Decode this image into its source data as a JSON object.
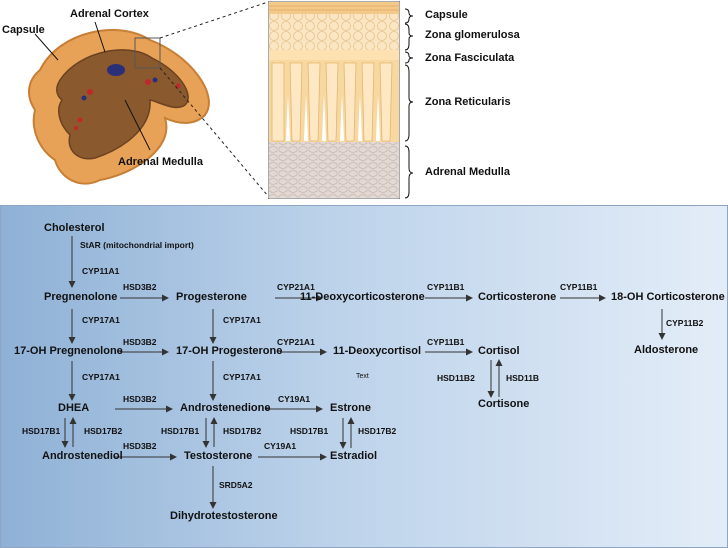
{
  "anatomy": {
    "capsule": "Capsule",
    "adrenal_cortex": "Adrenal Cortex",
    "adrenal_medulla": "Adrenal Medulla"
  },
  "layers": {
    "capsule": "Capsule",
    "zona_glomerulosa": "Zona glomerulosa",
    "zona_fasciculata": "Zona Fasciculata",
    "zona_reticularis": "Zona Reticularis",
    "adrenal_medulla": "Adrenal Medulla"
  },
  "molecules": {
    "cholesterol": "Cholesterol",
    "pregnenolone": "Pregnenolone",
    "progesterone": "Progesterone",
    "deoxycorticosterone": "11-Deoxycorticosterone",
    "corticosterone": "Corticosterone",
    "oh_corticosterone": "18-OH Corticosterone",
    "aldosterone": "Aldosterone",
    "oh_pregnenolone": "17-OH Pregnenolone",
    "oh_progesterone": "17-OH Progesterone",
    "deoxycortisol": "11-Deoxycortisol",
    "cortisol": "Cortisol",
    "cortisone": "Cortisone",
    "dhea": "DHEA",
    "androstenedione": "Androstenedione",
    "estrone": "Estrone",
    "androstenediol": "Androstenediol",
    "testosterone": "Testosterone",
    "estradiol": "Estradiol",
    "dht": "Dihydrotestosterone",
    "stray_text": "Text"
  },
  "enzymes": {
    "star": "StAR (mitochondrial import)",
    "cyp11a1": "CYP11A1",
    "hsd3b2_a": "HSD3B2",
    "cyp21a1_a": "CYP21A1",
    "cyp11b1_a": "CYP11B1",
    "cyp11b1_b": "CYP11B1",
    "cyp11b2": "CYP11B2",
    "cyp17a1_a": "CYP17A1",
    "cyp17a1_b": "CYP17A1",
    "hsd3b2_b": "HSD3B2",
    "cyp21a1_b": "CYP21A1",
    "cyp11b1_c": "CYP11B1",
    "hsd11b2": "HSD11B2",
    "hsd11b": "HSD11B",
    "cyp17a1_c": "CYP17A1",
    "cyp17a1_d": "CYP17A1",
    "hsd3b2_c": "HSD3B2",
    "cy19a1_a": "CY19A1",
    "hsd17b1_a": "HSD17B1",
    "hsd17b2_a": "HSD17B2",
    "hsd17b1_b": "HSD17B1",
    "hsd17b2_b": "HSD17B2",
    "hsd17b1_c": "HSD17B1",
    "hsd17b2_c": "HSD17B2",
    "hsd3b2_d": "HSD3B2",
    "cy19a1_b": "CY19A1",
    "srd5a2": "SRD5A2"
  },
  "colors": {
    "cortex": "#e9a35a",
    "medulla": "#8a5a2e",
    "capsule_layer": "#f3c98a",
    "zona_glomerulosa": "#fbe6c4",
    "zona_fasciculata": "#fde7bd",
    "zona_reticularis": "#f6d9a3",
    "medulla_layer": "#ddd3cf",
    "pathway_bg_start": "#8fb1d6",
    "pathway_bg_end": "#e3edf8"
  }
}
